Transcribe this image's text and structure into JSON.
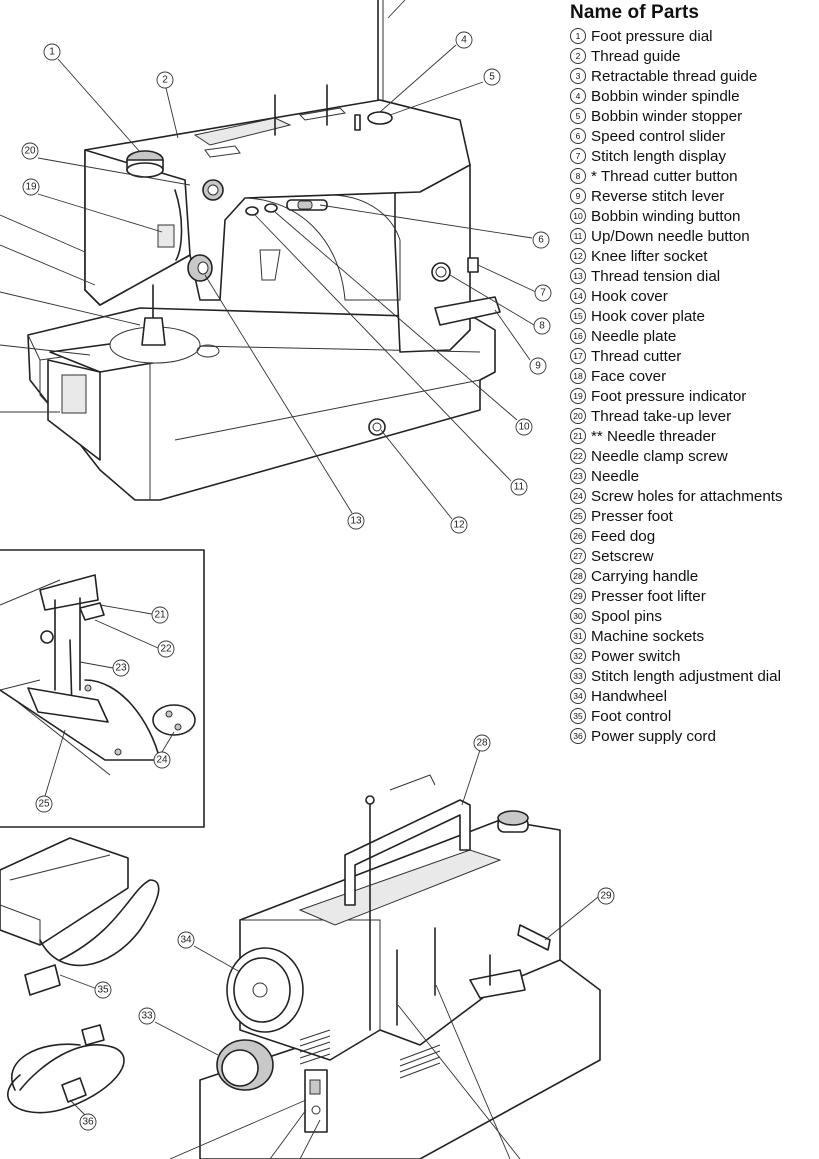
{
  "panel": {
    "title": "Name of Parts",
    "items": [
      {
        "num": "1",
        "label": "Foot pressure dial"
      },
      {
        "num": "2",
        "label": "Thread guide"
      },
      {
        "num": "3",
        "label": "Retractable thread guide"
      },
      {
        "num": "4",
        "label": "Bobbin winder spindle"
      },
      {
        "num": "5",
        "label": "Bobbin winder stopper"
      },
      {
        "num": "6",
        "label": "Speed control slider"
      },
      {
        "num": "7",
        "label": "Stitch length display"
      },
      {
        "num": "8",
        "label": "* Thread cutter button"
      },
      {
        "num": "9",
        "label": "Reverse stitch lever"
      },
      {
        "num": "10",
        "label": "Bobbin winding button"
      },
      {
        "num": "11",
        "label": "Up/Down needle button"
      },
      {
        "num": "12",
        "label": "Knee lifter socket"
      },
      {
        "num": "13",
        "label": "Thread tension dial"
      },
      {
        "num": "14",
        "label": "Hook cover"
      },
      {
        "num": "15",
        "label": "Hook cover plate"
      },
      {
        "num": "16",
        "label": "Needle plate"
      },
      {
        "num": "17",
        "label": "Thread cutter"
      },
      {
        "num": "18",
        "label": "Face cover"
      },
      {
        "num": "19",
        "label": "Foot pressure indicator"
      },
      {
        "num": "20",
        "label": "Thread take-up lever"
      },
      {
        "num": "21",
        "label": "** Needle threader"
      },
      {
        "num": "22",
        "label": "Needle clamp screw"
      },
      {
        "num": "23",
        "label": "Needle"
      },
      {
        "num": "24",
        "label": "Screw holes for attachments"
      },
      {
        "num": "25",
        "label": "Presser foot"
      },
      {
        "num": "26",
        "label": "Feed dog"
      },
      {
        "num": "27",
        "label": "Setscrew"
      },
      {
        "num": "28",
        "label": "Carrying handle"
      },
      {
        "num": "29",
        "label": "Presser foot lifter"
      },
      {
        "num": "30",
        "label": "Spool pins"
      },
      {
        "num": "31",
        "label": "Machine sockets"
      },
      {
        "num": "32",
        "label": "Power switch"
      },
      {
        "num": "33",
        "label": "Stitch length adjustment dial"
      },
      {
        "num": "34",
        "label": "Handwheel"
      },
      {
        "num": "35",
        "label": "Foot control"
      },
      {
        "num": "36",
        "label": "Power supply cord"
      }
    ]
  },
  "callouts": {
    "c1": "1",
    "c2": "2",
    "c4": "4",
    "c5": "5",
    "c6": "6",
    "c7": "7",
    "c8": "8",
    "c9": "9",
    "c10": "10",
    "c11": "11",
    "c12": "12",
    "c13": "13",
    "c19": "19",
    "c20": "20",
    "c21": "21",
    "c22": "22",
    "c23": "23",
    "c24": "24",
    "c25": "25",
    "c28": "28",
    "c29": "29",
    "c33": "33",
    "c34": "34",
    "c35": "35",
    "c36": "36"
  }
}
